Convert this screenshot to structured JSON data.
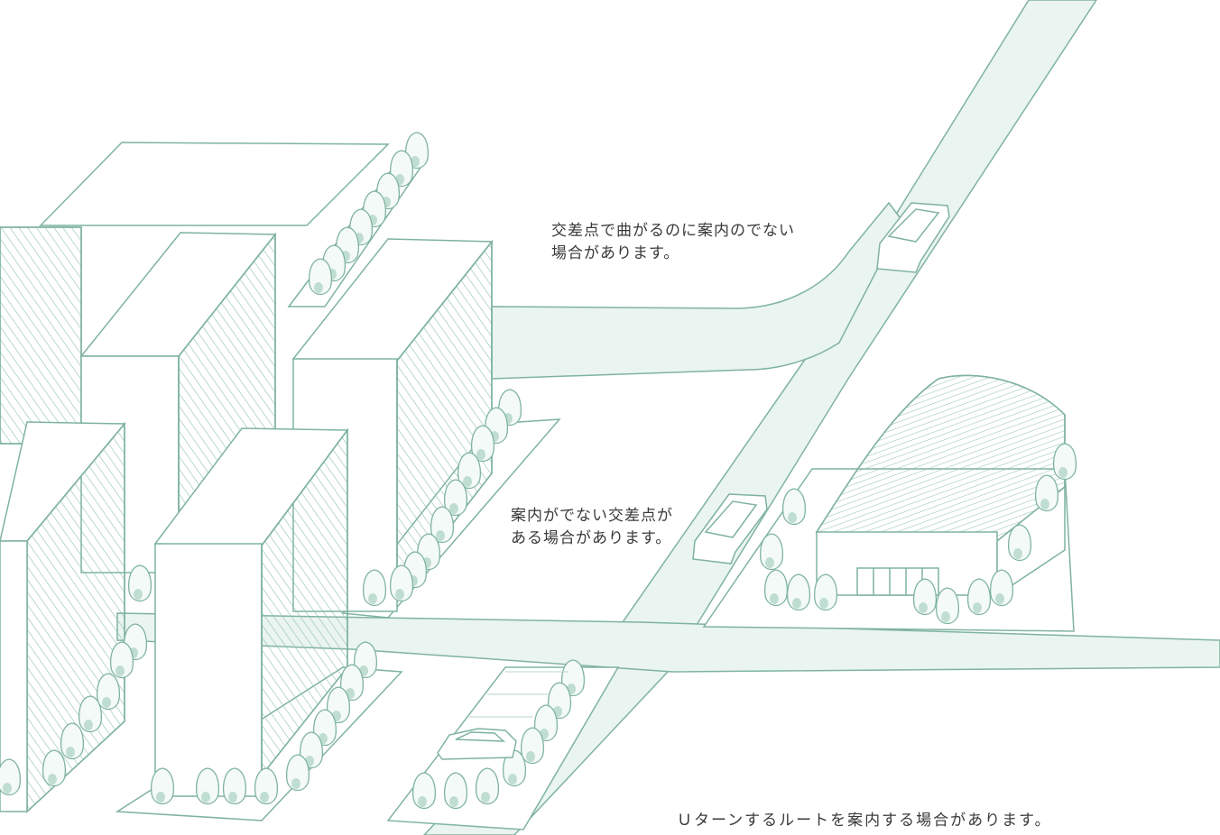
{
  "colors": {
    "line": "#7fb3a0",
    "road_fill": "#eaf4f0",
    "building_face": "#ffffff",
    "tree_fill": "#f4faf7",
    "tree_shade": "#9ccab8"
  },
  "captions": {
    "top_line1": "交差点で曲がるのに案内のでない",
    "top_line2": "場合があります。",
    "middle_line1": "案内がでない交差点が",
    "middle_line2": "ある場合があります。",
    "bottom": "Ｕターンするルートを案内する場合があります。"
  },
  "scene_elements": {
    "buildings": 6,
    "cars": 3,
    "warehouse": 1
  }
}
